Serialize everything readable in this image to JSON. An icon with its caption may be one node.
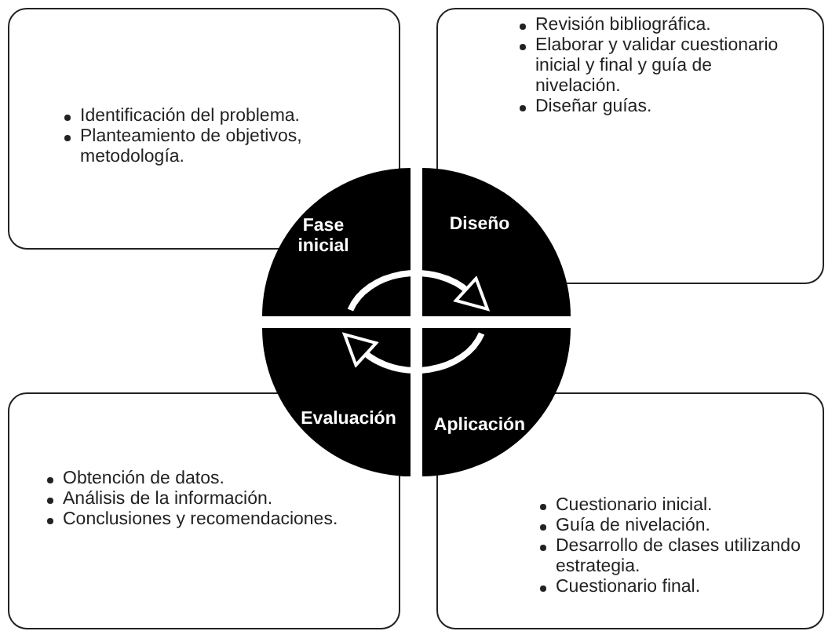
{
  "diagram": {
    "nodes": [
      {
        "text": [
          "Identificación del problema.",
          "Planteamiento de objetivos, metodología."
        ]
      },
      {
        "text": [
          "Revisión bibliográfica.",
          "Elaborar y validar cuestionario inicial y final y guía de nivelación.",
          "Diseñar guías."
        ]
      },
      {
        "text": [
          "Fase inicial"
        ]
      },
      {
        "text": [
          "Diseño"
        ]
      },
      {
        "text": [
          "Evaluación"
        ]
      },
      {
        "text": [
          "Aplicación"
        ]
      },
      {
        "text": [
          "Obtención de datos.",
          "Análisis de la información.",
          "Conclusiones y recomendaciones."
        ]
      },
      {
        "text": [
          "Cuestionario inicial.",
          "Guía de nivelación.",
          "Desarrollo de clases utilizando estrategia.",
          "Cuestionario final."
        ]
      }
    ],
    "edges": [
      {
        "from": 2,
        "to": 3,
        "arrow": "to"
      },
      {
        "from": 5,
        "to": 4,
        "arrow": "to"
      }
    ]
  }
}
